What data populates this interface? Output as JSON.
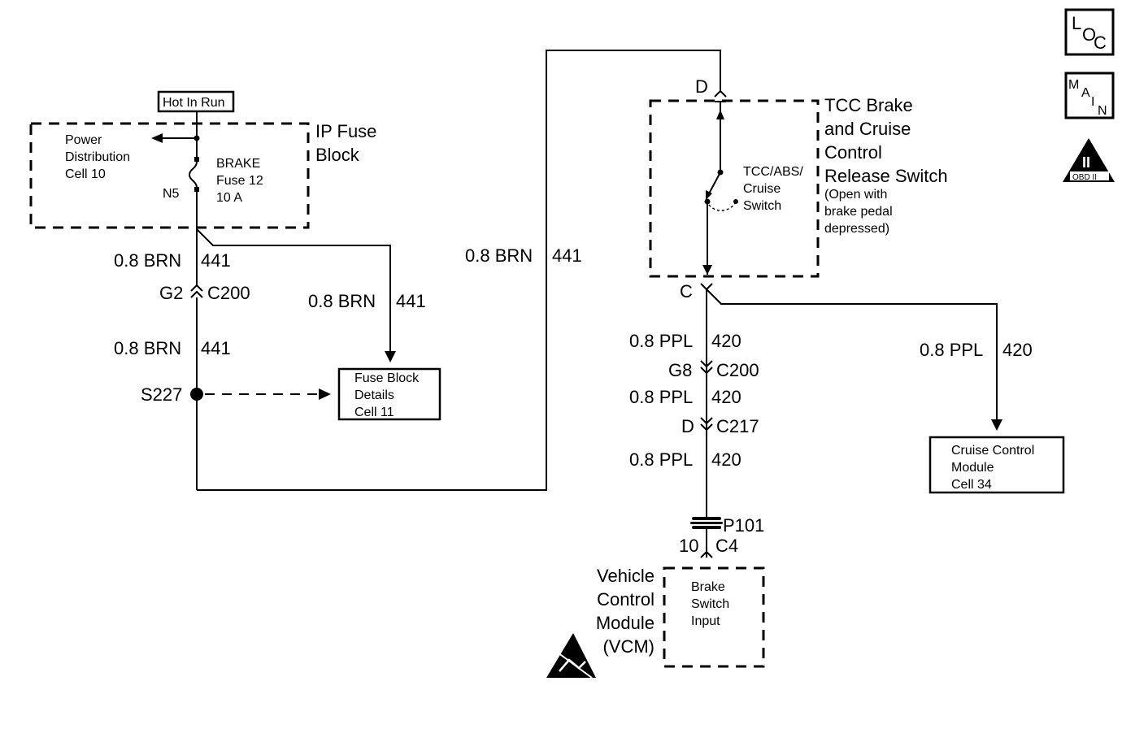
{
  "header_icons": {
    "loc": [
      "L",
      "O",
      "C"
    ],
    "main": [
      "M",
      "A",
      "I",
      "N"
    ],
    "obd": {
      "big": "II",
      "small": "OBD II"
    }
  },
  "fuse_block": {
    "hot_in_run": "Hot In Run",
    "title": [
      "IP Fuse",
      "Block"
    ],
    "power_dist": [
      "Power",
      "Distribution",
      "Cell 10"
    ],
    "fuse": [
      "BRAKE",
      "Fuse 12",
      "10 A"
    ],
    "terminal": "N5"
  },
  "left_wires": {
    "w1": {
      "gauge": "0.8 BRN",
      "circuit": "441"
    },
    "conn1": {
      "pin": "G2",
      "name": "C200"
    },
    "w2": {
      "gauge": "0.8 BRN",
      "circuit": "441"
    },
    "splice": "S227",
    "branch": {
      "gauge": "0.8 BRN",
      "circuit": "441"
    },
    "fuse_details": [
      "Fuse Block",
      "Details",
      "Cell 11"
    ],
    "top_run": {
      "gauge": "0.8 BRN",
      "circuit": "441"
    }
  },
  "switch": {
    "pin_top": "D",
    "pin_bottom": "C",
    "title": [
      "TCC Brake",
      "and Cruise",
      "Control",
      "Release Switch"
    ],
    "note": [
      "(Open with",
      "brake pedal",
      "depressed)"
    ],
    "contact": [
      "TCC/ABS/",
      "Cruise",
      "Switch"
    ]
  },
  "lower_wires": {
    "w1": {
      "gauge": "0.8 PPL",
      "circuit": "420"
    },
    "conn1": {
      "pin": "G8",
      "name": "C200"
    },
    "w2": {
      "gauge": "0.8 PPL",
      "circuit": "420"
    },
    "conn2": {
      "pin": "D",
      "name": "C217"
    },
    "w3": {
      "gauge": "0.8 PPL",
      "circuit": "420"
    },
    "p101": "P101",
    "c4": {
      "pin": "10",
      "name": "C4"
    },
    "right": {
      "gauge": "0.8 PPL",
      "circuit": "420"
    }
  },
  "cruise_module": [
    "Cruise Control",
    "Module",
    "Cell 34"
  ],
  "vcm": {
    "title": [
      "Vehicle",
      "Control",
      "Module",
      "(VCM)"
    ],
    "input": [
      "Brake",
      "Switch",
      "Input"
    ]
  }
}
